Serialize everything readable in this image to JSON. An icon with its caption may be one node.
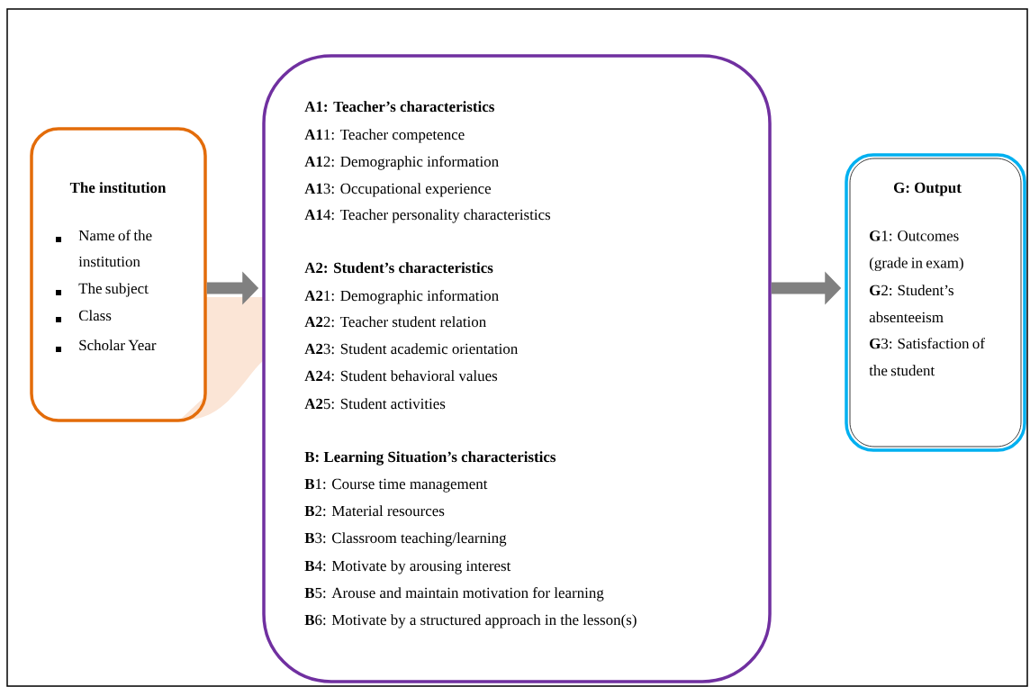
{
  "diagram": {
    "nodes": [
      {
        "text": [
          "The institution",
          "Name of the institution",
          "The subject",
          "Class",
          "Scholar Year"
        ]
      },
      {
        "text": [
          "A1: Teacher’s characteristics",
          "**A1**1: Teacher competence",
          "**A1**2: Demographic information",
          "**A1**3: Occupational experience",
          "**A1**4: Teacher personality characteristics",
          "A2: Student’s characteristics",
          "**A2**1: Demographic information",
          "**A2**2: Teacher student relation",
          "**A2**3: Student academic orientation",
          "**A2**4: Student behavioral values",
          "**A2**5: Student activities",
          "B: Learning Situation’s characteristics",
          "**B**1: Course time management",
          "**B**2: Material resources",
          "**B**3: Classroom teaching/learning",
          "**B**4: Motivate by arousing interest",
          "**B**5: Arouse and maintain motivation for learning",
          "**B**6: Motivate by a structured approach in the lesson(s)"
        ]
      },
      {
        "text": [
          "G: Output",
          "**G**1: Outcomes (grade in exam)",
          "**G**2: Student’s absenteeism",
          "**G**3: Satisfaction of the student"
        ]
      }
    ],
    "edges": [
      {
        "from": 0,
        "to": 1,
        "arrow": "to"
      },
      {
        "from": 1,
        "to": 2,
        "arrow": "to"
      }
    ]
  }
}
